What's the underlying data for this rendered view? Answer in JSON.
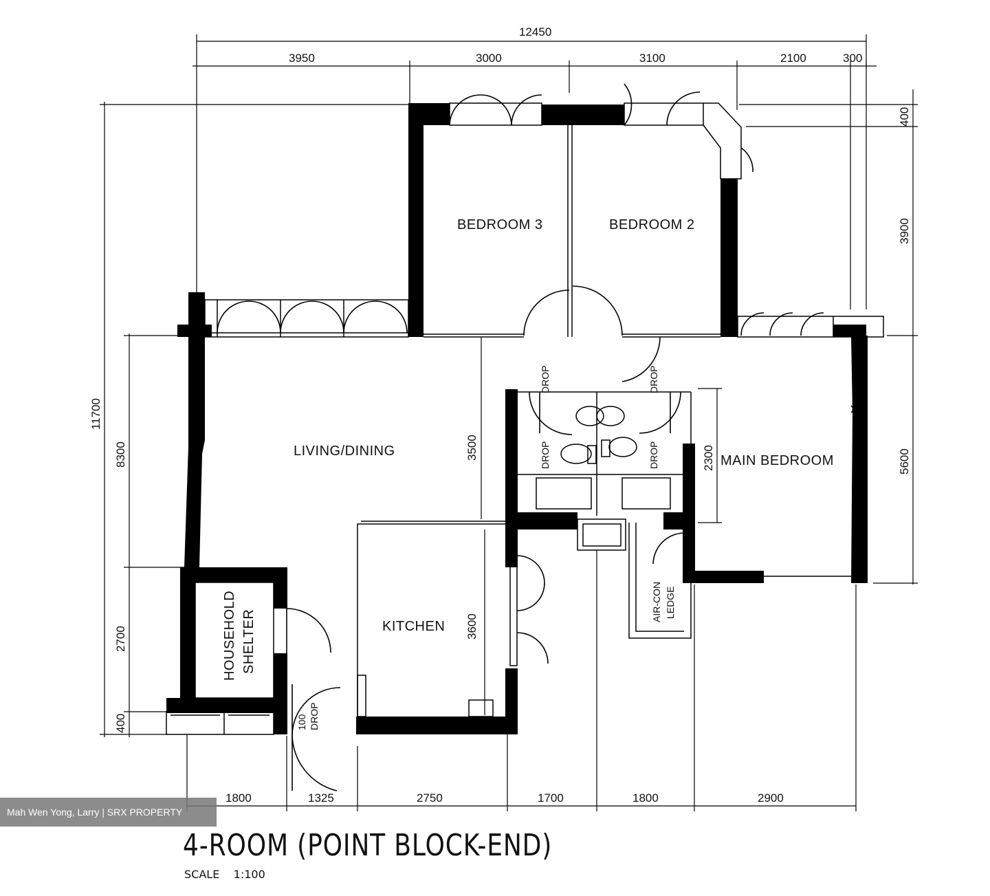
{
  "rooms": {
    "bedroom3": "BEDROOM 3",
    "bedroom2": "BEDROOM 2",
    "living": "LIVING/DINING",
    "main_bedroom": "MAIN BEDROOM",
    "kitchen": "KITCHEN",
    "shelter_1": "HOUSEHOLD",
    "shelter_2": "SHELTER",
    "aircon_1": "AIR-CON",
    "aircon_2": "LEDGE"
  },
  "annotations": {
    "drop": "DROP",
    "drop_100": "100"
  },
  "dimensions": {
    "top_total": "12450",
    "top": [
      "3950",
      "3000",
      "3100",
      "2100",
      "300"
    ],
    "bottom": [
      "1800",
      "1325",
      "2750",
      "1700",
      "1800",
      "2900"
    ],
    "left_total": "11700",
    "left": [
      "8300",
      "2700",
      "400"
    ],
    "right": [
      "400",
      "3900",
      "5600"
    ],
    "inner": [
      "3500",
      "3600",
      "2300"
    ]
  },
  "title": "4-ROOM (POINT BLOCK-END)",
  "scale": "SCALE    1:100",
  "watermark": "Mah Wen Yong, Larry | SRX PROPERTY"
}
